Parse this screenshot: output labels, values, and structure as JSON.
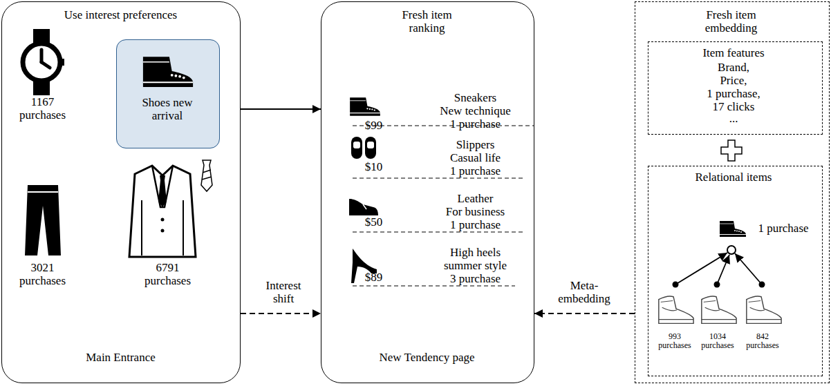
{
  "diagram": {
    "nodes": [
      {
        "text": [
          "Use interest preferences",
          "1167 purchases",
          "3021 purchases",
          "6791 purchases",
          "Main Entrance"
        ]
      },
      {
        "text": [
          "Shoes new arrival"
        ],
        "in": 0
      },
      {
        "text": [
          "Fresh item ranking",
          "Sneakers",
          "New technique",
          "1 purchase",
          "$99",
          "Slippers",
          "Casual life",
          "1 purchase",
          "$10",
          "Leather",
          "For business",
          "1 purchase",
          "$50",
          "High heels",
          "summer style",
          "3 purchase",
          "$89",
          "New Tendency page"
        ]
      },
      {
        "text": [
          "Fresh item embedding"
        ]
      },
      {
        "text": [
          "Item features",
          "Brand,",
          "Price,",
          "1 purchase,",
          "17 clicks",
          "..."
        ],
        "in": 3
      },
      {
        "text": [
          "Relational items",
          "1 purchase",
          "993 purchases",
          "1034 purchases",
          "842 purchases"
        ],
        "in": 3
      }
    ],
    "edges": [
      {
        "from": 0,
        "to": 2,
        "arrow": "to"
      },
      {
        "from": 0,
        "to": 2,
        "label": "Interest shift",
        "arrow": "to"
      },
      {
        "from": 3,
        "to": 2,
        "label": "Meta-embedding",
        "arrow": "to"
      }
    ]
  }
}
